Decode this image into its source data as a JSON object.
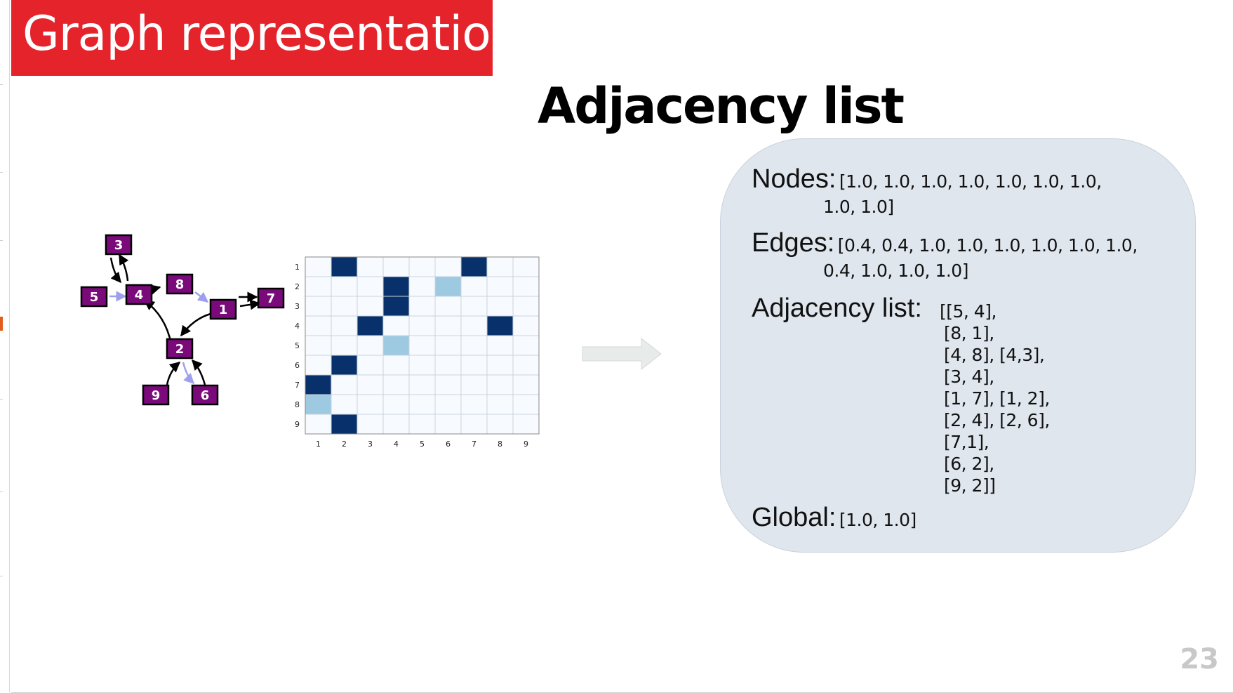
{
  "slide": {
    "title": "Graph representation",
    "subtitle": "Adjacency list",
    "page_number": "23"
  },
  "graph": {
    "nodes": [
      "3",
      "5",
      "4",
      "8",
      "1",
      "7",
      "2",
      "9",
      "6"
    ]
  },
  "matrix": {
    "row_labels": [
      "1",
      "2",
      "3",
      "4",
      "5",
      "6",
      "7",
      "8",
      "9"
    ],
    "col_labels": [
      "1",
      "2",
      "3",
      "4",
      "5",
      "6",
      "7",
      "8",
      "9"
    ],
    "cells": [
      {
        "row": 1,
        "col": 2,
        "value": 1.0
      },
      {
        "row": 1,
        "col": 7,
        "value": 1.0
      },
      {
        "row": 2,
        "col": 4,
        "value": 1.0
      },
      {
        "row": 2,
        "col": 6,
        "value": 0.4
      },
      {
        "row": 3,
        "col": 4,
        "value": 1.0
      },
      {
        "row": 4,
        "col": 3,
        "value": 1.0
      },
      {
        "row": 4,
        "col": 8,
        "value": 1.0
      },
      {
        "row": 5,
        "col": 4,
        "value": 0.4
      },
      {
        "row": 6,
        "col": 2,
        "value": 1.0
      },
      {
        "row": 7,
        "col": 1,
        "value": 1.0
      },
      {
        "row": 8,
        "col": 1,
        "value": 0.4
      },
      {
        "row": 9,
        "col": 2,
        "value": 1.0
      }
    ],
    "colors": {
      "strong": "#08306b",
      "weak": "#9ecae1",
      "empty": "#f7fbff",
      "grid": "#c9d3de"
    }
  },
  "info": {
    "nodes_label": "Nodes:",
    "nodes_line1": "[1.0, 1.0, 1.0, 1.0, 1.0, 1.0, 1.0,",
    "nodes_line2": "1.0, 1.0]",
    "edges_label": "Edges:",
    "edges_line1": "[0.4, 0.4, 1.0, 1.0, 1.0, 1.0, 1.0, 1.0,",
    "edges_line2": "0.4, 1.0, 1.0, 1.0]",
    "adjacency_label": "Adjacency list:",
    "adjacency_lines": [
      "[[5, 4],",
      "[8, 1],",
      "[4, 8], [4,3],",
      "[3, 4],",
      "[1, 7], [1, 2],",
      "[2, 4], [2, 6],",
      "[7,1],",
      "[6, 2],",
      "[9, 2]]"
    ],
    "global_label": "Global:",
    "global_value": "[1.0, 1.0]"
  }
}
